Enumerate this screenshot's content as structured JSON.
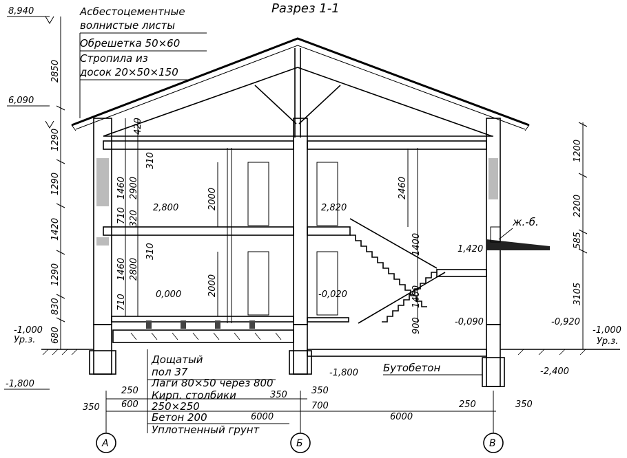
{
  "title": "Разрез 1-1",
  "roof_notes": [
    "Асбестоцементные",
    "волнистые листы",
    "Обрешетка 50×60",
    "Стропила из",
    "досок 20×50×150"
  ],
  "floor_notes": [
    "Дощатый",
    "пол 37",
    "Лаги 80×50 через 800",
    "Кирп. столбики",
    "250×250",
    "Бетон 200",
    "Уплотненный грунт"
  ],
  "material_labels": {
    "rc_slab": "ж.-б.",
    "rubble_concrete": "Бутобетон"
  },
  "levels": {
    "ridge": "8,940",
    "eaves": "6,090",
    "second_floor_left": "2,800",
    "second_floor_stair": "2,820",
    "landing": "1,420",
    "ground_floor": "0,000",
    "stair_hall": "-0,020",
    "service_floor": "-0,090",
    "ground_right": "-0,920",
    "ground_left_mark": "-1,000",
    "ground_right_mark": "-1,000",
    "ground_level_label": "Ур.з.",
    "footing_left": "-1,800",
    "footing_middle": "-1,800",
    "footing_right": "-2,400"
  },
  "left_dimensions": [
    "2850",
    "1290",
    "1290",
    "1420",
    "1290",
    "830",
    "680"
  ],
  "inner_dimensions": [
    "420",
    "310",
    "1460",
    "2900",
    "710",
    "320",
    "310",
    "1460",
    "2800",
    "710"
  ],
  "room_dimensions": [
    "2000",
    "2000",
    "2460",
    "1400",
    "1400",
    "900"
  ],
  "right_dimensions": [
    "1200",
    "2200",
    "585",
    "3105"
  ],
  "bottom_dimensions": {
    "small": [
      "250",
      "350",
      "600",
      "350",
      "350",
      "700",
      "250",
      "350"
    ],
    "spans": [
      "6000",
      "6000"
    ]
  },
  "axes": [
    "А",
    "Б",
    "В"
  ]
}
